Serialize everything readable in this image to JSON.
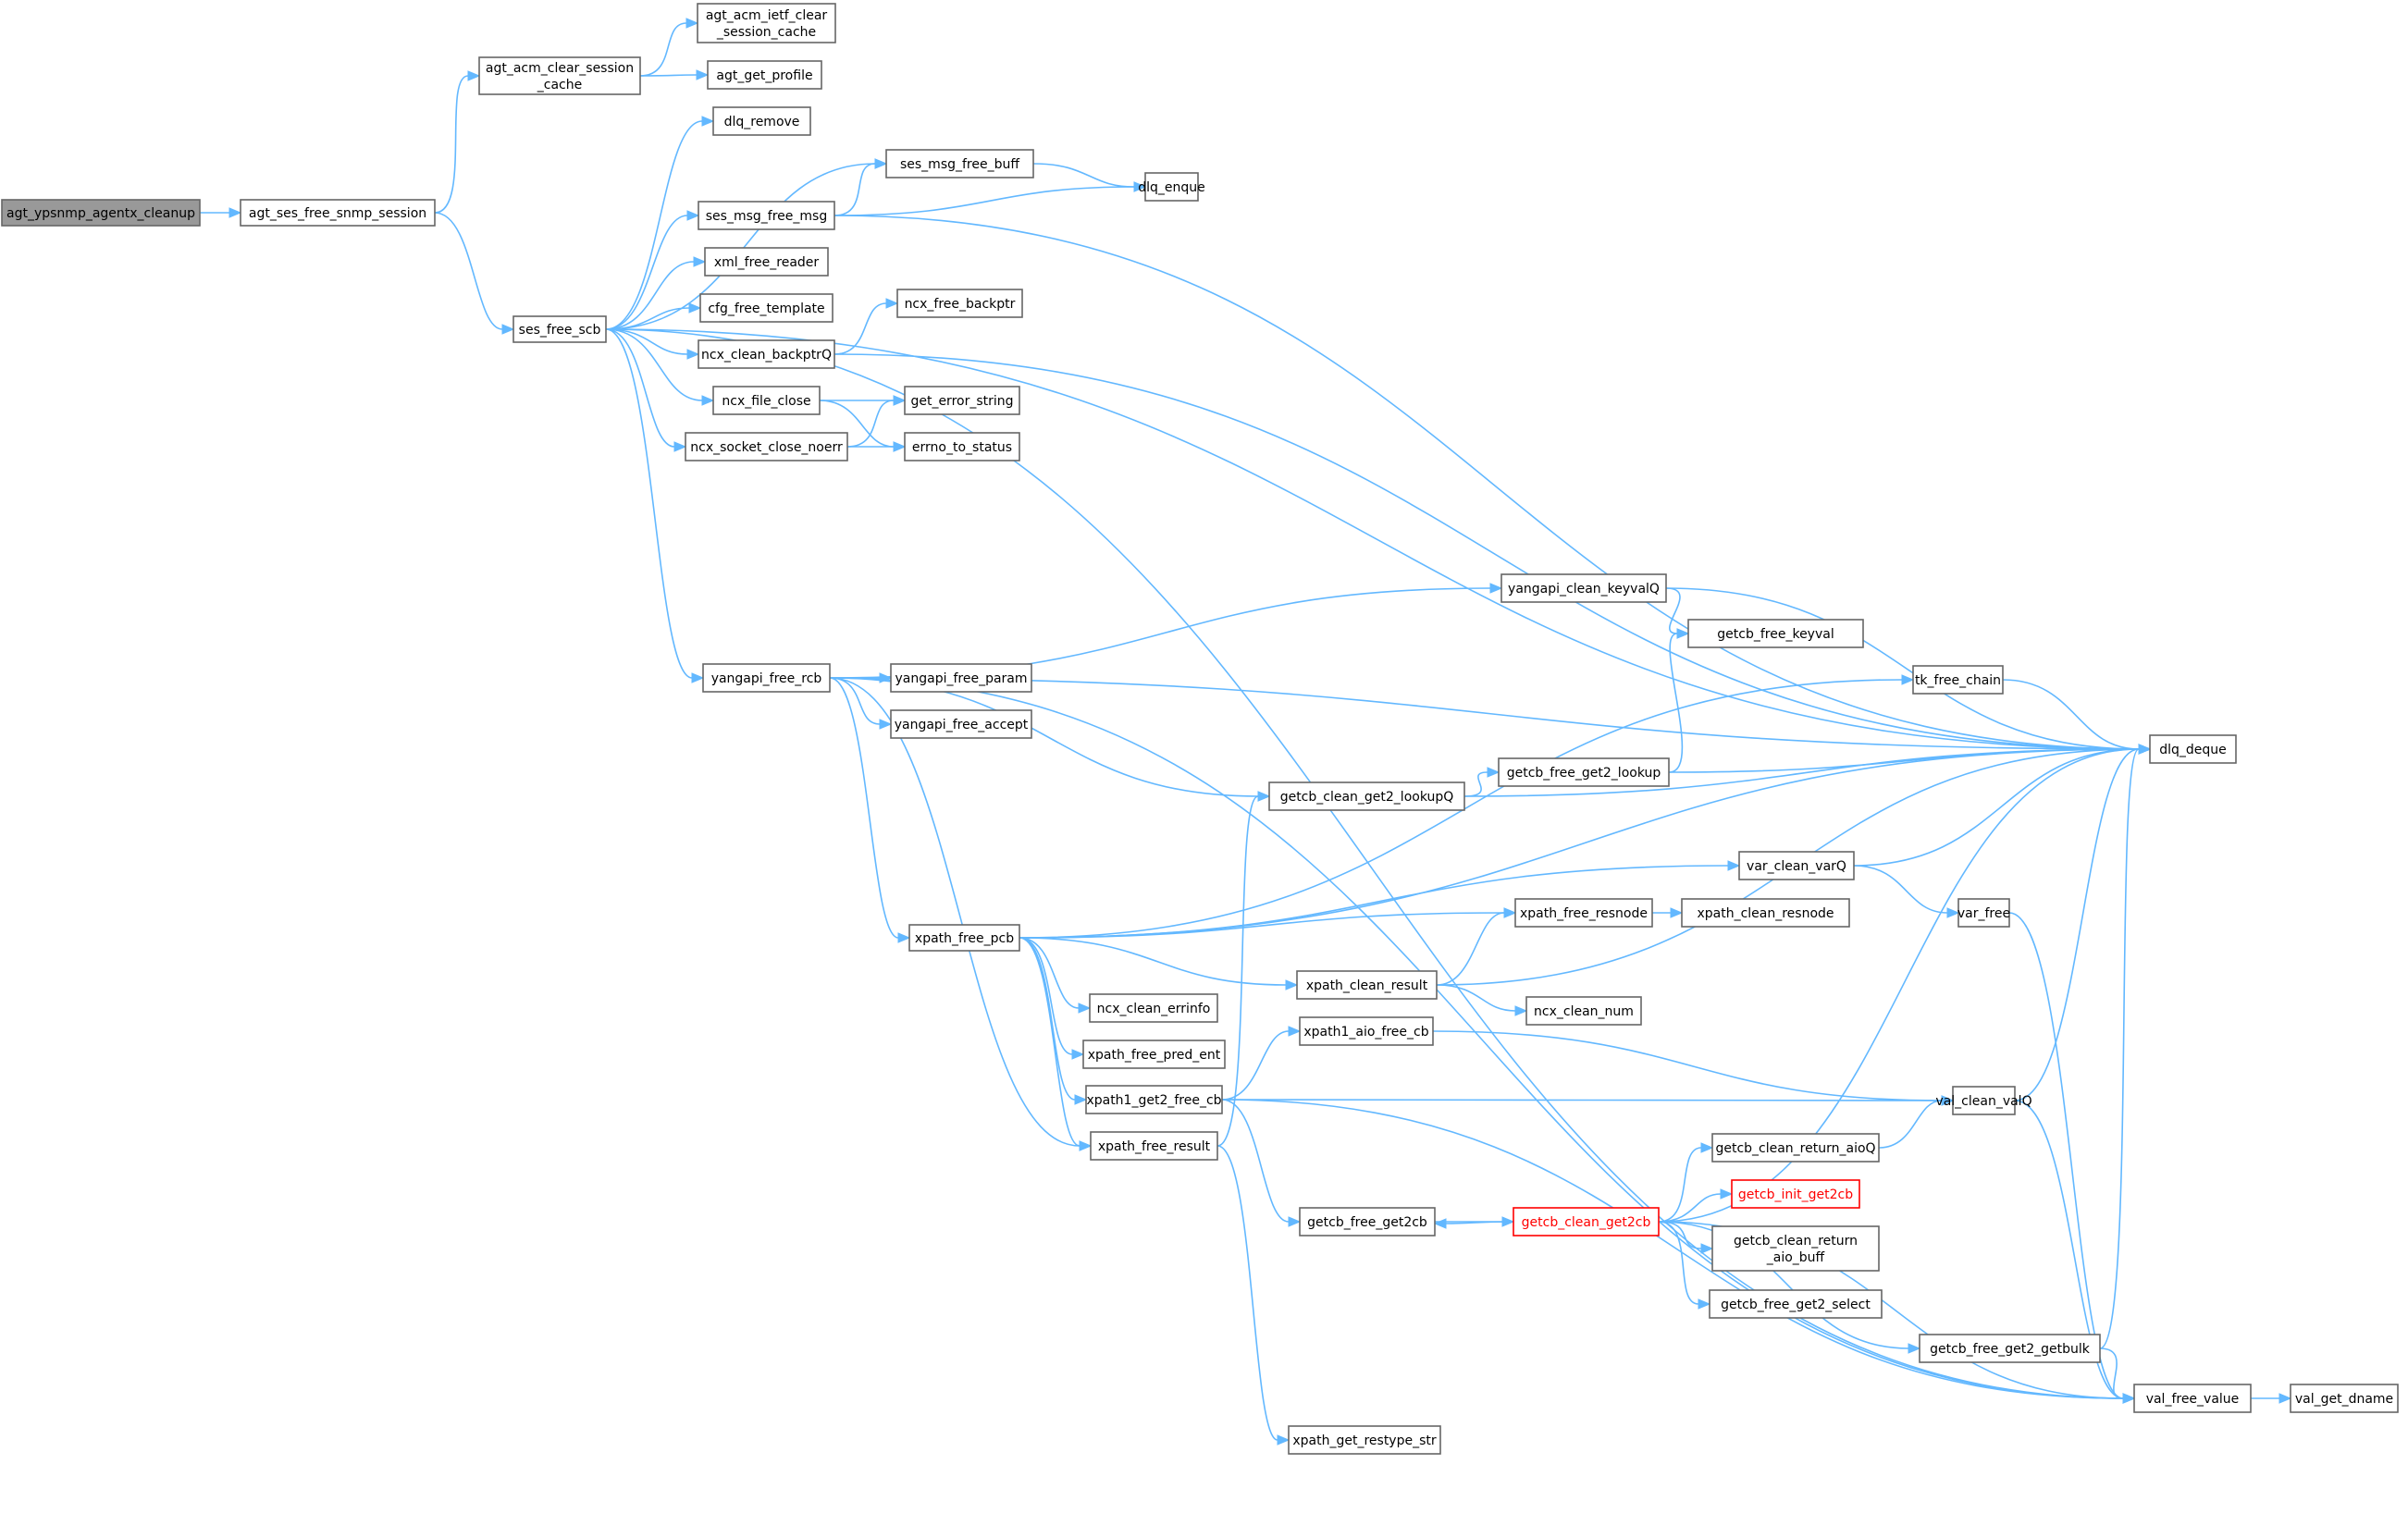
{
  "graph": {
    "colors": {
      "edge": "#63b8ff",
      "node_border": "#666666",
      "root_fill": "#999999",
      "highlight_border": "#ff0000"
    },
    "nodes": [
      {
        "id": "n0",
        "lines": [
          "agt_ypsnmp_agentx_cleanup"
        ],
        "style": "root"
      },
      {
        "id": "n1",
        "lines": [
          "agt_ses_free_snmp_session"
        ]
      },
      {
        "id": "n2",
        "lines": [
          "agt_acm_clear_session",
          "_cache"
        ]
      },
      {
        "id": "n3",
        "lines": [
          "ses_free_scb"
        ]
      },
      {
        "id": "n4",
        "lines": [
          "agt_acm_ietf_clear",
          "_session_cache"
        ]
      },
      {
        "id": "n5",
        "lines": [
          "agt_get_profile"
        ]
      },
      {
        "id": "n6",
        "lines": [
          "dlq_remove"
        ]
      },
      {
        "id": "n7",
        "lines": [
          "ses_msg_free_buff"
        ]
      },
      {
        "id": "n8",
        "lines": [
          "ses_msg_free_msg"
        ]
      },
      {
        "id": "n9",
        "lines": [
          "xml_free_reader"
        ]
      },
      {
        "id": "n10",
        "lines": [
          "cfg_free_template"
        ]
      },
      {
        "id": "n11",
        "lines": [
          "ncx_clean_backptrQ"
        ]
      },
      {
        "id": "n12",
        "lines": [
          "ncx_file_close"
        ]
      },
      {
        "id": "n13",
        "lines": [
          "ncx_socket_close_noerr"
        ]
      },
      {
        "id": "n14",
        "lines": [
          "yangapi_free_rcb"
        ]
      },
      {
        "id": "n15",
        "lines": [
          "dlq_enque"
        ]
      },
      {
        "id": "n16",
        "lines": [
          "ncx_free_backptr"
        ]
      },
      {
        "id": "n17",
        "lines": [
          "get_error_string"
        ]
      },
      {
        "id": "n18",
        "lines": [
          "errno_to_status"
        ]
      },
      {
        "id": "n19",
        "lines": [
          "dlq_deque"
        ]
      },
      {
        "id": "n20",
        "lines": [
          "yangapi_clean_keyvalQ"
        ]
      },
      {
        "id": "n21",
        "lines": [
          "getcb_free_keyval"
        ]
      },
      {
        "id": "n22",
        "lines": [
          "yangapi_free_param"
        ]
      },
      {
        "id": "n23",
        "lines": [
          "yangapi_free_accept"
        ]
      },
      {
        "id": "n24",
        "lines": [
          "tk_free_chain"
        ]
      },
      {
        "id": "n25",
        "lines": [
          "getcb_clean_get2_lookupQ"
        ]
      },
      {
        "id": "n26",
        "lines": [
          "getcb_free_get2_lookup"
        ]
      },
      {
        "id": "n27",
        "lines": [
          "xpath_free_pcb"
        ]
      },
      {
        "id": "n28",
        "lines": [
          "var_clean_varQ"
        ]
      },
      {
        "id": "n29",
        "lines": [
          "var_free"
        ]
      },
      {
        "id": "n30",
        "lines": [
          "xpath_free_resnode"
        ]
      },
      {
        "id": "n31",
        "lines": [
          "xpath_clean_resnode"
        ]
      },
      {
        "id": "n32",
        "lines": [
          "xpath_clean_result"
        ]
      },
      {
        "id": "n33",
        "lines": [
          "ncx_clean_num"
        ]
      },
      {
        "id": "n34",
        "lines": [
          "ncx_clean_errinfo"
        ]
      },
      {
        "id": "n35",
        "lines": [
          "xpath1_aio_free_cb"
        ]
      },
      {
        "id": "n36",
        "lines": [
          "xpath_free_pred_ent"
        ]
      },
      {
        "id": "n37",
        "lines": [
          "xpath1_get2_free_cb"
        ]
      },
      {
        "id": "n38",
        "lines": [
          "val_clean_valQ"
        ]
      },
      {
        "id": "n39",
        "lines": [
          "xpath_free_result"
        ]
      },
      {
        "id": "n40",
        "lines": [
          "getcb_clean_return_aioQ"
        ]
      },
      {
        "id": "n41",
        "lines": [
          "getcb_init_get2cb"
        ],
        "style": "red"
      },
      {
        "id": "n42",
        "lines": [
          "getcb_free_get2cb"
        ]
      },
      {
        "id": "n43",
        "lines": [
          "getcb_clean_get2cb"
        ],
        "style": "red"
      },
      {
        "id": "n44",
        "lines": [
          "getcb_clean_return",
          "_aio_buff"
        ]
      },
      {
        "id": "n45",
        "lines": [
          "getcb_free_get2_select"
        ]
      },
      {
        "id": "n46",
        "lines": [
          "getcb_free_get2_getbulk"
        ]
      },
      {
        "id": "n47",
        "lines": [
          "val_free_value"
        ]
      },
      {
        "id": "n48",
        "lines": [
          "val_get_dname"
        ]
      },
      {
        "id": "n49",
        "lines": [
          "xpath_get_restype_str"
        ]
      }
    ],
    "edges": [
      [
        "n0",
        "n1"
      ],
      [
        "n1",
        "n2"
      ],
      [
        "n1",
        "n3"
      ],
      [
        "n2",
        "n4"
      ],
      [
        "n2",
        "n5"
      ],
      [
        "n3",
        "n6"
      ],
      [
        "n3",
        "n7"
      ],
      [
        "n3",
        "n8"
      ],
      [
        "n3",
        "n9"
      ],
      [
        "n3",
        "n10"
      ],
      [
        "n3",
        "n11"
      ],
      [
        "n3",
        "n12"
      ],
      [
        "n3",
        "n13"
      ],
      [
        "n3",
        "n19"
      ],
      [
        "n3",
        "n14"
      ],
      [
        "n3",
        "n47"
      ],
      [
        "n7",
        "n15"
      ],
      [
        "n8",
        "n7"
      ],
      [
        "n8",
        "n15"
      ],
      [
        "n8",
        "n19"
      ],
      [
        "n11",
        "n16"
      ],
      [
        "n11",
        "n19"
      ],
      [
        "n12",
        "n17"
      ],
      [
        "n12",
        "n18"
      ],
      [
        "n13",
        "n17"
      ],
      [
        "n13",
        "n18"
      ],
      [
        "n14",
        "n19"
      ],
      [
        "n14",
        "n20"
      ],
      [
        "n14",
        "n22"
      ],
      [
        "n14",
        "n23"
      ],
      [
        "n14",
        "n25"
      ],
      [
        "n14",
        "n27"
      ],
      [
        "n14",
        "n39"
      ],
      [
        "n14",
        "n47"
      ],
      [
        "n20",
        "n21"
      ],
      [
        "n20",
        "n19"
      ],
      [
        "n24",
        "n19"
      ],
      [
        "n25",
        "n26"
      ],
      [
        "n25",
        "n19"
      ],
      [
        "n26",
        "n21"
      ],
      [
        "n26",
        "n19"
      ],
      [
        "n27",
        "n24"
      ],
      [
        "n27",
        "n19"
      ],
      [
        "n27",
        "n28"
      ],
      [
        "n27",
        "n30"
      ],
      [
        "n27",
        "n34"
      ],
      [
        "n27",
        "n32"
      ],
      [
        "n27",
        "n36"
      ],
      [
        "n27",
        "n37"
      ],
      [
        "n27",
        "n39"
      ],
      [
        "n28",
        "n19"
      ],
      [
        "n28",
        "n29"
      ],
      [
        "n29",
        "n47"
      ],
      [
        "n30",
        "n31"
      ],
      [
        "n32",
        "n30"
      ],
      [
        "n32",
        "n33"
      ],
      [
        "n32",
        "n19"
      ],
      [
        "n35",
        "n38"
      ],
      [
        "n37",
        "n35"
      ],
      [
        "n37",
        "n38"
      ],
      [
        "n37",
        "n42"
      ],
      [
        "n37",
        "n47"
      ],
      [
        "n38",
        "n19"
      ],
      [
        "n38",
        "n47"
      ],
      [
        "n39",
        "n25"
      ],
      [
        "n39",
        "n49"
      ],
      [
        "n40",
        "n38"
      ],
      [
        "n42",
        "n43"
      ],
      [
        "n43",
        "n19"
      ],
      [
        "n43",
        "n40"
      ],
      [
        "n43",
        "n41"
      ],
      [
        "n43",
        "n42"
      ],
      [
        "n43",
        "n44"
      ],
      [
        "n43",
        "n45"
      ],
      [
        "n43",
        "n46"
      ],
      [
        "n43",
        "n47"
      ],
      [
        "n46",
        "n19"
      ],
      [
        "n46",
        "n47"
      ],
      [
        "n47",
        "n48"
      ]
    ]
  }
}
